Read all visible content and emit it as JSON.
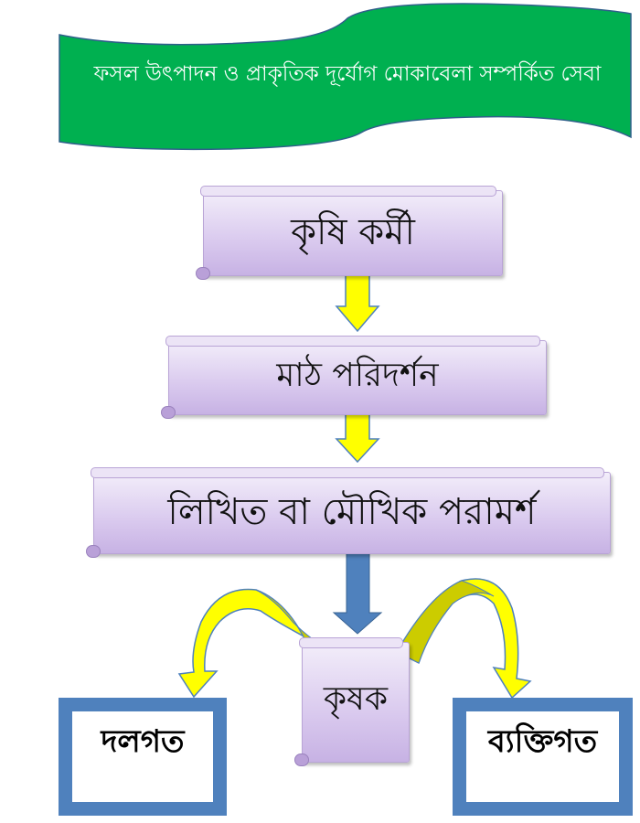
{
  "banner": {
    "title": "ফসল উৎপাদন ও প্রাকৃতিক দূর্যোগ মোকাবেলা সম্পর্কিত সেবা",
    "color": "#00b050"
  },
  "steps": [
    {
      "label": "কৃষি কর্মী"
    },
    {
      "label": "মাঠ পরিদর্শন"
    },
    {
      "label": "লিখিত বা মৌখিক পরামর্শ"
    },
    {
      "label": "কৃষক"
    }
  ],
  "outcomes": [
    {
      "label": "দলগত"
    },
    {
      "label": "ব্যক্তিগত"
    }
  ],
  "colors": {
    "scroll": "#d9c9ee",
    "yellow_arrow": "#ffff00",
    "blue_arrow": "#4f81bd",
    "box_border": "#4f81bd"
  }
}
